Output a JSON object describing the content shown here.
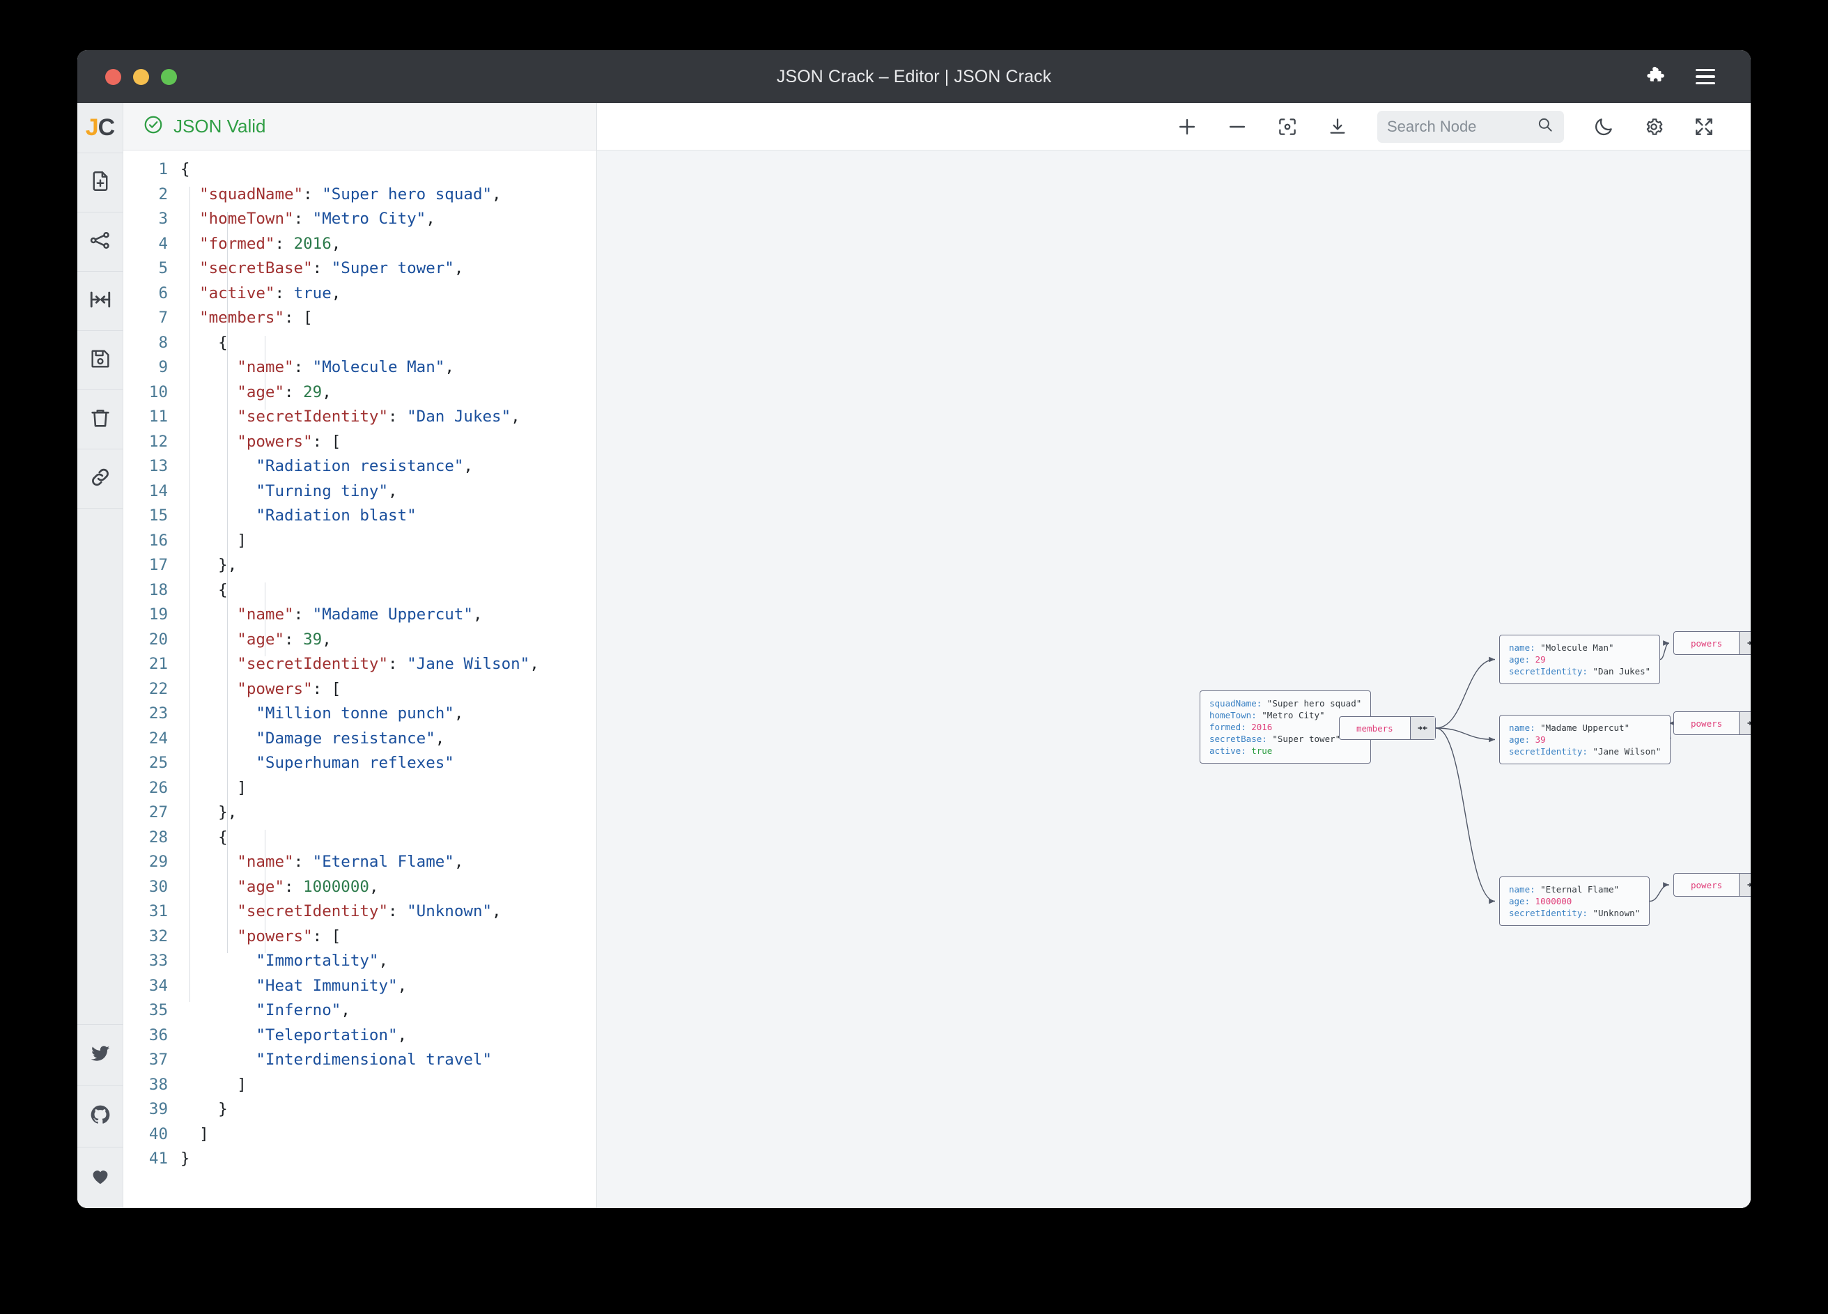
{
  "window": {
    "title": "JSON Crack – Editor | JSON Crack",
    "traffic_lights": [
      "close",
      "minimize",
      "zoom"
    ],
    "right_icons": [
      "puzzle-piece-icon",
      "hamburger-menu-icon"
    ]
  },
  "rail": {
    "logo": {
      "j": "J",
      "c": "C"
    },
    "items": [
      {
        "name": "new-file-icon"
      },
      {
        "name": "share-graph-icon"
      },
      {
        "name": "collapse-horizontal-icon"
      },
      {
        "name": "save-icon"
      },
      {
        "name": "delete-icon"
      },
      {
        "name": "link-icon"
      }
    ],
    "social": [
      {
        "name": "twitter-icon"
      },
      {
        "name": "github-icon"
      },
      {
        "name": "heart-icon"
      }
    ]
  },
  "editor": {
    "status": "JSON Valid",
    "status_color": "#2f9e44",
    "first_line": 1,
    "last_line": 41,
    "lines": [
      {
        "n": 1,
        "tokens": [
          {
            "t": "{",
            "c": "p"
          }
        ]
      },
      {
        "n": 2,
        "tokens": [
          {
            "t": "  ",
            "c": "p"
          },
          {
            "t": "\"squadName\"",
            "c": "k"
          },
          {
            "t": ": ",
            "c": "p"
          },
          {
            "t": "\"Super hero squad\"",
            "c": "s"
          },
          {
            "t": ",",
            "c": "p"
          }
        ]
      },
      {
        "n": 3,
        "tokens": [
          {
            "t": "  ",
            "c": "p"
          },
          {
            "t": "\"homeTown\"",
            "c": "k"
          },
          {
            "t": ": ",
            "c": "p"
          },
          {
            "t": "\"Metro City\"",
            "c": "s"
          },
          {
            "t": ",",
            "c": "p"
          }
        ]
      },
      {
        "n": 4,
        "tokens": [
          {
            "t": "  ",
            "c": "p"
          },
          {
            "t": "\"formed\"",
            "c": "k"
          },
          {
            "t": ": ",
            "c": "p"
          },
          {
            "t": "2016",
            "c": "n"
          },
          {
            "t": ",",
            "c": "p"
          }
        ]
      },
      {
        "n": 5,
        "tokens": [
          {
            "t": "  ",
            "c": "p"
          },
          {
            "t": "\"secretBase\"",
            "c": "k"
          },
          {
            "t": ": ",
            "c": "p"
          },
          {
            "t": "\"Super tower\"",
            "c": "s"
          },
          {
            "t": ",",
            "c": "p"
          }
        ]
      },
      {
        "n": 6,
        "tokens": [
          {
            "t": "  ",
            "c": "p"
          },
          {
            "t": "\"active\"",
            "c": "k"
          },
          {
            "t": ": ",
            "c": "p"
          },
          {
            "t": "true",
            "c": "b"
          },
          {
            "t": ",",
            "c": "p"
          }
        ]
      },
      {
        "n": 7,
        "tokens": [
          {
            "t": "  ",
            "c": "p"
          },
          {
            "t": "\"members\"",
            "c": "k"
          },
          {
            "t": ": ",
            "c": "p"
          },
          {
            "t": "[",
            "c": "p"
          }
        ]
      },
      {
        "n": 8,
        "tokens": [
          {
            "t": "    {",
            "c": "p"
          }
        ]
      },
      {
        "n": 9,
        "tokens": [
          {
            "t": "      ",
            "c": "p"
          },
          {
            "t": "\"name\"",
            "c": "k"
          },
          {
            "t": ": ",
            "c": "p"
          },
          {
            "t": "\"Molecule Man\"",
            "c": "s"
          },
          {
            "t": ",",
            "c": "p"
          }
        ]
      },
      {
        "n": 10,
        "tokens": [
          {
            "t": "      ",
            "c": "p"
          },
          {
            "t": "\"age\"",
            "c": "k"
          },
          {
            "t": ": ",
            "c": "p"
          },
          {
            "t": "29",
            "c": "n"
          },
          {
            "t": ",",
            "c": "p"
          }
        ]
      },
      {
        "n": 11,
        "tokens": [
          {
            "t": "      ",
            "c": "p"
          },
          {
            "t": "\"secretIdentity\"",
            "c": "k"
          },
          {
            "t": ": ",
            "c": "p"
          },
          {
            "t": "\"Dan Jukes\"",
            "c": "s"
          },
          {
            "t": ",",
            "c": "p"
          }
        ]
      },
      {
        "n": 12,
        "tokens": [
          {
            "t": "      ",
            "c": "p"
          },
          {
            "t": "\"powers\"",
            "c": "k"
          },
          {
            "t": ": ",
            "c": "p"
          },
          {
            "t": "[",
            "c": "p"
          }
        ]
      },
      {
        "n": 13,
        "tokens": [
          {
            "t": "        ",
            "c": "p"
          },
          {
            "t": "\"Radiation resistance\"",
            "c": "s"
          },
          {
            "t": ",",
            "c": "p"
          }
        ]
      },
      {
        "n": 14,
        "tokens": [
          {
            "t": "        ",
            "c": "p"
          },
          {
            "t": "\"Turning tiny\"",
            "c": "s"
          },
          {
            "t": ",",
            "c": "p"
          }
        ]
      },
      {
        "n": 15,
        "tokens": [
          {
            "t": "        ",
            "c": "p"
          },
          {
            "t": "\"Radiation blast\"",
            "c": "s"
          }
        ]
      },
      {
        "n": 16,
        "tokens": [
          {
            "t": "      ]",
            "c": "p"
          }
        ]
      },
      {
        "n": 17,
        "tokens": [
          {
            "t": "    },",
            "c": "p"
          }
        ]
      },
      {
        "n": 18,
        "tokens": [
          {
            "t": "    {",
            "c": "p"
          }
        ]
      },
      {
        "n": 19,
        "tokens": [
          {
            "t": "      ",
            "c": "p"
          },
          {
            "t": "\"name\"",
            "c": "k"
          },
          {
            "t": ": ",
            "c": "p"
          },
          {
            "t": "\"Madame Uppercut\"",
            "c": "s"
          },
          {
            "t": ",",
            "c": "p"
          }
        ]
      },
      {
        "n": 20,
        "tokens": [
          {
            "t": "      ",
            "c": "p"
          },
          {
            "t": "\"age\"",
            "c": "k"
          },
          {
            "t": ": ",
            "c": "p"
          },
          {
            "t": "39",
            "c": "n"
          },
          {
            "t": ",",
            "c": "p"
          }
        ]
      },
      {
        "n": 21,
        "tokens": [
          {
            "t": "      ",
            "c": "p"
          },
          {
            "t": "\"secretIdentity\"",
            "c": "k"
          },
          {
            "t": ": ",
            "c": "p"
          },
          {
            "t": "\"Jane Wilson\"",
            "c": "s"
          },
          {
            "t": ",",
            "c": "p"
          }
        ]
      },
      {
        "n": 22,
        "tokens": [
          {
            "t": "      ",
            "c": "p"
          },
          {
            "t": "\"powers\"",
            "c": "k"
          },
          {
            "t": ": ",
            "c": "p"
          },
          {
            "t": "[",
            "c": "p"
          }
        ]
      },
      {
        "n": 23,
        "tokens": [
          {
            "t": "        ",
            "c": "p"
          },
          {
            "t": "\"Million tonne punch\"",
            "c": "s"
          },
          {
            "t": ",",
            "c": "p"
          }
        ]
      },
      {
        "n": 24,
        "tokens": [
          {
            "t": "        ",
            "c": "p"
          },
          {
            "t": "\"Damage resistance\"",
            "c": "s"
          },
          {
            "t": ",",
            "c": "p"
          }
        ]
      },
      {
        "n": 25,
        "tokens": [
          {
            "t": "        ",
            "c": "p"
          },
          {
            "t": "\"Superhuman reflexes\"",
            "c": "s"
          }
        ]
      },
      {
        "n": 26,
        "tokens": [
          {
            "t": "      ]",
            "c": "p"
          }
        ]
      },
      {
        "n": 27,
        "tokens": [
          {
            "t": "    },",
            "c": "p"
          }
        ]
      },
      {
        "n": 28,
        "tokens": [
          {
            "t": "    {",
            "c": "p"
          }
        ]
      },
      {
        "n": 29,
        "tokens": [
          {
            "t": "      ",
            "c": "p"
          },
          {
            "t": "\"name\"",
            "c": "k"
          },
          {
            "t": ": ",
            "c": "p"
          },
          {
            "t": "\"Eternal Flame\"",
            "c": "s"
          },
          {
            "t": ",",
            "c": "p"
          }
        ]
      },
      {
        "n": 30,
        "tokens": [
          {
            "t": "      ",
            "c": "p"
          },
          {
            "t": "\"age\"",
            "c": "k"
          },
          {
            "t": ": ",
            "c": "p"
          },
          {
            "t": "1000000",
            "c": "n"
          },
          {
            "t": ",",
            "c": "p"
          }
        ]
      },
      {
        "n": 31,
        "tokens": [
          {
            "t": "      ",
            "c": "p"
          },
          {
            "t": "\"secretIdentity\"",
            "c": "k"
          },
          {
            "t": ": ",
            "c": "p"
          },
          {
            "t": "\"Unknown\"",
            "c": "s"
          },
          {
            "t": ",",
            "c": "p"
          }
        ]
      },
      {
        "n": 32,
        "tokens": [
          {
            "t": "      ",
            "c": "p"
          },
          {
            "t": "\"powers\"",
            "c": "k"
          },
          {
            "t": ": ",
            "c": "p"
          },
          {
            "t": "[",
            "c": "p"
          }
        ]
      },
      {
        "n": 33,
        "tokens": [
          {
            "t": "        ",
            "c": "p"
          },
          {
            "t": "\"Immortality\"",
            "c": "s"
          },
          {
            "t": ",",
            "c": "p"
          }
        ]
      },
      {
        "n": 34,
        "tokens": [
          {
            "t": "        ",
            "c": "p"
          },
          {
            "t": "\"Heat Immunity\"",
            "c": "s"
          },
          {
            "t": ",",
            "c": "p"
          }
        ]
      },
      {
        "n": 35,
        "tokens": [
          {
            "t": "        ",
            "c": "p"
          },
          {
            "t": "\"Inferno\"",
            "c": "s"
          },
          {
            "t": ",",
            "c": "p"
          }
        ]
      },
      {
        "n": 36,
        "tokens": [
          {
            "t": "        ",
            "c": "p"
          },
          {
            "t": "\"Teleportation\"",
            "c": "s"
          },
          {
            "t": ",",
            "c": "p"
          }
        ]
      },
      {
        "n": 37,
        "tokens": [
          {
            "t": "        ",
            "c": "p"
          },
          {
            "t": "\"Interdimensional travel\"",
            "c": "s"
          }
        ]
      },
      {
        "n": 38,
        "tokens": [
          {
            "t": "      ]",
            "c": "p"
          }
        ]
      },
      {
        "n": 39,
        "tokens": [
          {
            "t": "    }",
            "c": "p"
          }
        ]
      },
      {
        "n": 40,
        "tokens": [
          {
            "t": "  ]",
            "c": "p"
          }
        ]
      },
      {
        "n": 41,
        "tokens": [
          {
            "t": "}",
            "c": "p"
          }
        ]
      }
    ]
  },
  "graph_toolbar": {
    "zoom_in": "+",
    "zoom_out": "−",
    "icons": [
      "zoom-in-icon",
      "zoom-out-icon",
      "center-view-icon",
      "download-icon",
      "search-icon",
      "dark-mode-icon",
      "settings-icon",
      "fullscreen-icon"
    ],
    "search": {
      "placeholder": "Search Node",
      "value": ""
    }
  },
  "graph": {
    "root": {
      "name": "root-node",
      "rows": [
        {
          "key": "squadName",
          "value": "\"Super hero squad\"",
          "type": "string"
        },
        {
          "key": "homeTown",
          "value": "\"Metro City\"",
          "type": "string"
        },
        {
          "key": "formed",
          "value": "2016",
          "type": "number"
        },
        {
          "key": "secretBase",
          "value": "\"Super tower\"",
          "type": "string"
        },
        {
          "key": "active",
          "value": "true",
          "type": "boolean"
        }
      ]
    },
    "members_node": {
      "label": "members"
    },
    "members": [
      {
        "name": "molecule-man",
        "rows": [
          {
            "key": "name",
            "value": "\"Molecule Man\"",
            "type": "string"
          },
          {
            "key": "age",
            "value": "29",
            "type": "number"
          },
          {
            "key": "secretIdentity",
            "value": "\"Dan Jukes\"",
            "type": "string"
          }
        ],
        "powers_label": "powers",
        "powers": [
          "Radiation resistance",
          "Turning tiny",
          "Radiation blast"
        ]
      },
      {
        "name": "madame-uppercut",
        "rows": [
          {
            "key": "name",
            "value": "\"Madame Uppercut\"",
            "type": "string"
          },
          {
            "key": "age",
            "value": "39",
            "type": "number"
          },
          {
            "key": "secretIdentity",
            "value": "\"Jane Wilson\"",
            "type": "string"
          }
        ],
        "powers_label": "powers",
        "powers": [
          "Million tonne punch",
          "Damage resistance",
          "Superhuman reflexes"
        ]
      },
      {
        "name": "eternal-flame",
        "rows": [
          {
            "key": "name",
            "value": "\"Eternal Flame\"",
            "type": "string"
          },
          {
            "key": "age",
            "value": "1000000",
            "type": "number"
          },
          {
            "key": "secretIdentity",
            "value": "\"Unknown\"",
            "type": "string"
          }
        ],
        "powers_label": "powers",
        "powers": [
          "Immortality",
          "Heat Immunity",
          "Inferno",
          "Teleportation",
          "Interdimensional travel"
        ]
      }
    ]
  },
  "colors": {
    "titlebar": "#35383d",
    "valid_green": "#2f9e44",
    "node_key": "#3b82c4",
    "node_number": "#e0407b",
    "node_bool": "#2f9e44",
    "leaf_text": "#2f7d42",
    "parent_label": "#e0407b",
    "node_border": "#6b7086",
    "canvas_bg": "#f3f5f7",
    "logo_orange": "#f5a623"
  }
}
